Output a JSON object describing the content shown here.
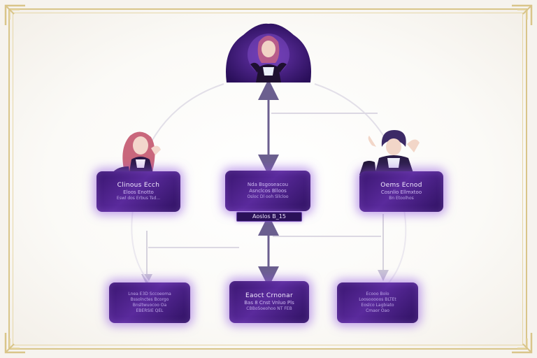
{
  "colors": {
    "frame_gold": "#d9c58a",
    "node_purple": "#4a1f8a",
    "glow_purple": "#8c50dc",
    "arrow_slate": "#6b5f8f",
    "connector_gray": "#d4d0da"
  },
  "icons": {
    "top": "character-portrait-icon",
    "left": "character-portrait-icon",
    "right": "character-portrait-icon"
  },
  "nodes": {
    "left": {
      "line1": "Clinous Ecch",
      "line2": "Eloos Enotto",
      "line3": "Eswl dos Erbus Tsd..."
    },
    "center": {
      "line1": "Nda Bsgoseacou",
      "line2": "Asnclcos Blloos",
      "line3": "Osloc Dl ooh Sllcloo"
    },
    "right": {
      "line1": "Oems Ecnod",
      "line2": "Cosnlio Ellmxtoo",
      "line3": "Bn Etoolhos"
    },
    "bottom_left": {
      "line1": "Lnea E3D Sccoeoma",
      "line2": "Bssolnctes Bcorgo",
      "line3": "Bnsltwuocoo Oa",
      "line4": "EBERSIE QEL"
    },
    "bottom_center": {
      "line1": "Eaoct Crnonar",
      "line2": "Bas 8 Cnst Vnluo Pls",
      "line3": "CBBoSoeohoo NT FEB"
    },
    "bottom_right": {
      "line1": "Ecooo Bolo",
      "line2": "Loosooooos BLTEt",
      "line3": "Eoslco Lagbiato",
      "line4": "Cmaor Oao"
    }
  },
  "center_tag": "Aoslos B_15"
}
